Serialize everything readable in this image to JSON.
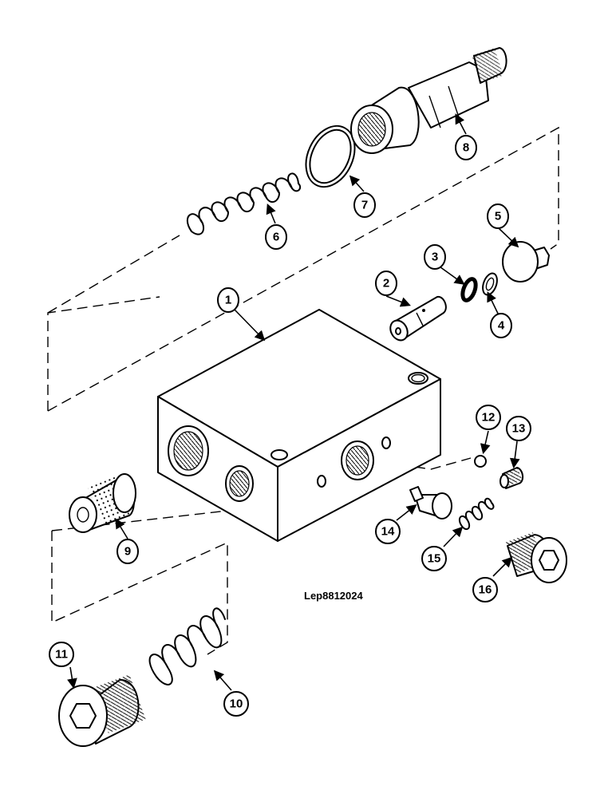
{
  "reference_code": "Lep8812024",
  "callouts": [
    {
      "id": "p1",
      "label": "1"
    },
    {
      "id": "p2",
      "label": "2"
    },
    {
      "id": "p3",
      "label": "3"
    },
    {
      "id": "p4",
      "label": "4"
    },
    {
      "id": "p5",
      "label": "5"
    },
    {
      "id": "p6",
      "label": "6"
    },
    {
      "id": "p7",
      "label": "7"
    },
    {
      "id": "p8",
      "label": "8"
    },
    {
      "id": "p9",
      "label": "9"
    },
    {
      "id": "p10",
      "label": "10"
    },
    {
      "id": "p11",
      "label": "11"
    },
    {
      "id": "p12",
      "label": "12"
    },
    {
      "id": "p13",
      "label": "13"
    },
    {
      "id": "p14",
      "label": "14"
    },
    {
      "id": "p15",
      "label": "15"
    },
    {
      "id": "p16",
      "label": "16"
    }
  ]
}
